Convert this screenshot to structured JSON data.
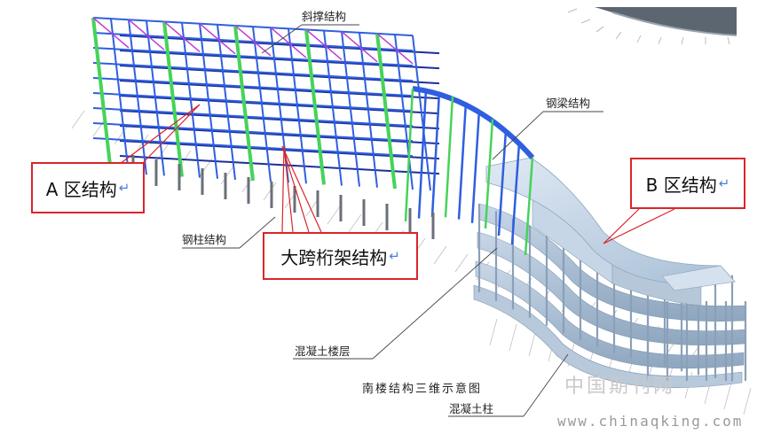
{
  "labels": {
    "diagonal_brace": "斜撑结构",
    "steel_beam": "钢梁结构",
    "steel_column": "钢柱结构",
    "concrete_floor": "混凝土楼层",
    "concrete_column": "混凝土柱"
  },
  "callouts": {
    "zone_a": "A 区结构",
    "zone_b": "B 区结构",
    "long_span_truss": "大跨桁架结构",
    "return_mark": "↵"
  },
  "caption": "南楼结构三维示意图",
  "watermark": {
    "cn": "中国期刊网",
    "url": "www.chinaqking.com"
  },
  "colors": {
    "steel": "#2f5fe0",
    "steel_dark": "#1c2f9a",
    "green_column": "#46d35a",
    "magenta_brace": "#c23ad6",
    "concrete": "#bccfe0",
    "concrete_dark": "#8fa7bf",
    "callout_border": "#d9252b"
  }
}
